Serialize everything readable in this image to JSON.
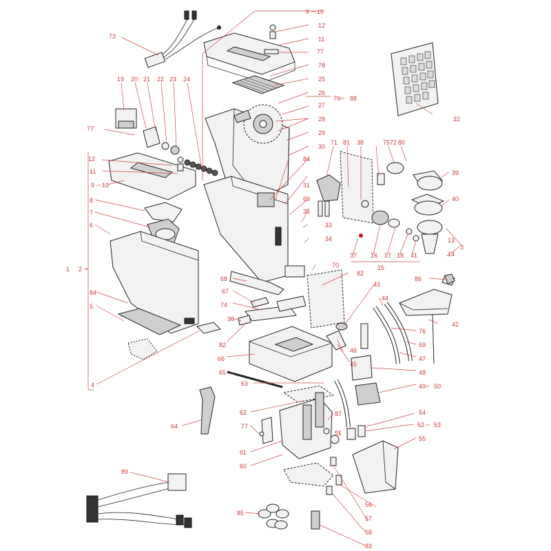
{
  "colors": {
    "callout": "#c83c3c",
    "line": "#222222",
    "marker": "#e01010"
  },
  "callouts": [
    {
      "id": "c1",
      "text": "1"
    },
    {
      "id": "c2",
      "text": "2"
    },
    {
      "id": "c3",
      "text": "3"
    },
    {
      "id": "c4",
      "text": "4"
    },
    {
      "id": "c5",
      "text": "5"
    },
    {
      "id": "c6",
      "text": "6"
    },
    {
      "id": "c7",
      "text": "7"
    },
    {
      "id": "c8",
      "text": "8"
    },
    {
      "id": "c9a",
      "text": "9"
    },
    {
      "id": "c10a",
      "text": "10"
    },
    {
      "id": "c9b",
      "text": "9"
    },
    {
      "id": "c10b",
      "text": "10"
    },
    {
      "id": "c11a",
      "text": "11"
    },
    {
      "id": "c11b",
      "text": "11"
    },
    {
      "id": "c12a",
      "text": "12"
    },
    {
      "id": "c12b",
      "text": "12"
    },
    {
      "id": "c13",
      "text": "13"
    },
    {
      "id": "c14",
      "text": "14"
    },
    {
      "id": "c15",
      "text": "15"
    },
    {
      "id": "c16",
      "text": "16"
    },
    {
      "id": "c17",
      "text": "17"
    },
    {
      "id": "c18",
      "text": "18"
    },
    {
      "id": "c19",
      "text": "19"
    },
    {
      "id": "c20",
      "text": "20"
    },
    {
      "id": "c21",
      "text": "21"
    },
    {
      "id": "c22",
      "text": "22"
    },
    {
      "id": "c23",
      "text": "23"
    },
    {
      "id": "c24",
      "text": "24"
    },
    {
      "id": "c25",
      "text": "25"
    },
    {
      "id": "c26",
      "text": "26"
    },
    {
      "id": "c27",
      "text": "27"
    },
    {
      "id": "c28",
      "text": "28"
    },
    {
      "id": "c29",
      "text": "29"
    },
    {
      "id": "c30",
      "text": "30"
    },
    {
      "id": "c31",
      "text": "31"
    },
    {
      "id": "c32",
      "text": "32"
    },
    {
      "id": "c33",
      "text": "33"
    },
    {
      "id": "c34",
      "text": "34"
    },
    {
      "id": "c35",
      "text": "35"
    },
    {
      "id": "c36",
      "text": "36"
    },
    {
      "id": "c37",
      "text": "37"
    },
    {
      "id": "c38",
      "text": "38"
    },
    {
      "id": "c39",
      "text": "39"
    },
    {
      "id": "c40",
      "text": "40"
    },
    {
      "id": "c41",
      "text": "41"
    },
    {
      "id": "c42",
      "text": "42"
    },
    {
      "id": "c43",
      "text": "43"
    },
    {
      "id": "c44",
      "text": "44"
    },
    {
      "id": "c45",
      "text": "45"
    },
    {
      "id": "c46",
      "text": "46"
    },
    {
      "id": "c47",
      "text": "47"
    },
    {
      "id": "c48",
      "text": "48"
    },
    {
      "id": "c49",
      "text": "49"
    },
    {
      "id": "c50",
      "text": "50"
    },
    {
      "id": "c51",
      "text": "51"
    },
    {
      "id": "c52",
      "text": "52"
    },
    {
      "id": "c53",
      "text": "53"
    },
    {
      "id": "c54",
      "text": "54"
    },
    {
      "id": "c55",
      "text": "55"
    },
    {
      "id": "c56",
      "text": "56"
    },
    {
      "id": "c57",
      "text": "57"
    },
    {
      "id": "c58",
      "text": "58"
    },
    {
      "id": "c59",
      "text": "59"
    },
    {
      "id": "c60",
      "text": "60"
    },
    {
      "id": "c61",
      "text": "61"
    },
    {
      "id": "c62",
      "text": "62"
    },
    {
      "id": "c63",
      "text": "63"
    },
    {
      "id": "c64",
      "text": "64"
    },
    {
      "id": "c65",
      "text": "65"
    },
    {
      "id": "c66",
      "text": "66"
    },
    {
      "id": "c67",
      "text": "67"
    },
    {
      "id": "c68",
      "text": "68"
    },
    {
      "id": "c69",
      "text": "69"
    },
    {
      "id": "c70",
      "text": "70"
    },
    {
      "id": "c71",
      "text": "71"
    },
    {
      "id": "c72",
      "text": "72"
    },
    {
      "id": "c73",
      "text": "73"
    },
    {
      "id": "c74",
      "text": "74"
    },
    {
      "id": "c75",
      "text": "75"
    },
    {
      "id": "c76",
      "text": "76"
    },
    {
      "id": "c77a",
      "text": "77"
    },
    {
      "id": "c77b",
      "text": "77"
    },
    {
      "id": "c77c",
      "text": "77"
    },
    {
      "id": "c78",
      "text": "78"
    },
    {
      "id": "c79",
      "text": "79"
    },
    {
      "id": "c80",
      "text": "80"
    },
    {
      "id": "c81",
      "text": "81"
    },
    {
      "id": "c82a",
      "text": "82"
    },
    {
      "id": "c82b",
      "text": "82"
    },
    {
      "id": "c83",
      "text": "83"
    },
    {
      "id": "c84a",
      "text": "84"
    },
    {
      "id": "c84b",
      "text": "84"
    },
    {
      "id": "c85",
      "text": "85"
    },
    {
      "id": "c86",
      "text": "86"
    },
    {
      "id": "c87",
      "text": "87"
    },
    {
      "id": "c88",
      "text": "88"
    },
    {
      "id": "c89",
      "text": "89"
    }
  ]
}
